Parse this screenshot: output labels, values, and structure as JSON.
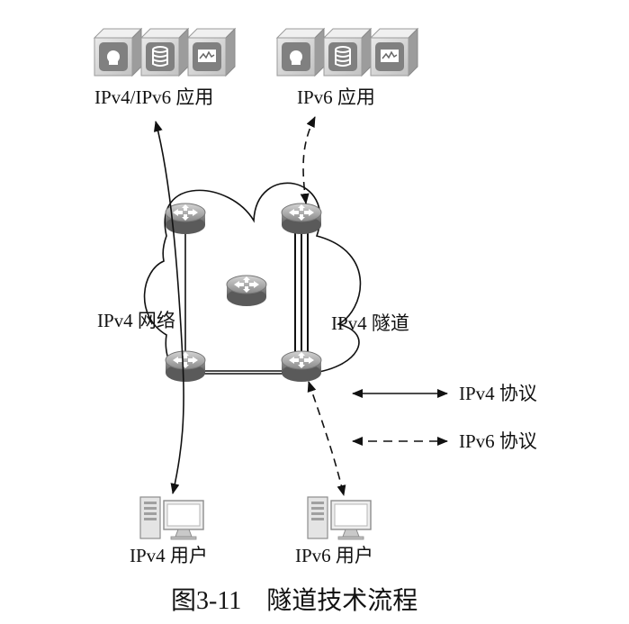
{
  "labels": {
    "app_ipv4v6": "IPv4/IPv6 应用",
    "app_ipv6": "IPv6 应用",
    "network": "IPv4 网络",
    "tunnel": "IPv4 隧道",
    "user_ipv4": "IPv4 用户",
    "user_ipv6": "IPv6 用户"
  },
  "legend": {
    "ipv4": "IPv4 协议",
    "ipv6": "IPv6 协议"
  },
  "caption": "图3-11　隧道技术流程",
  "icons": {
    "server_rack": [
      "database-server-icon",
      "storage-server-icon",
      "monitoring-server-icon"
    ],
    "router": "router-icon",
    "computer": "computer-icon"
  },
  "colors": {
    "icon_light": "#e2e2e2",
    "icon_mid": "#a9a9a9",
    "icon_dark": "#6e6e6e",
    "line": "#111111"
  }
}
